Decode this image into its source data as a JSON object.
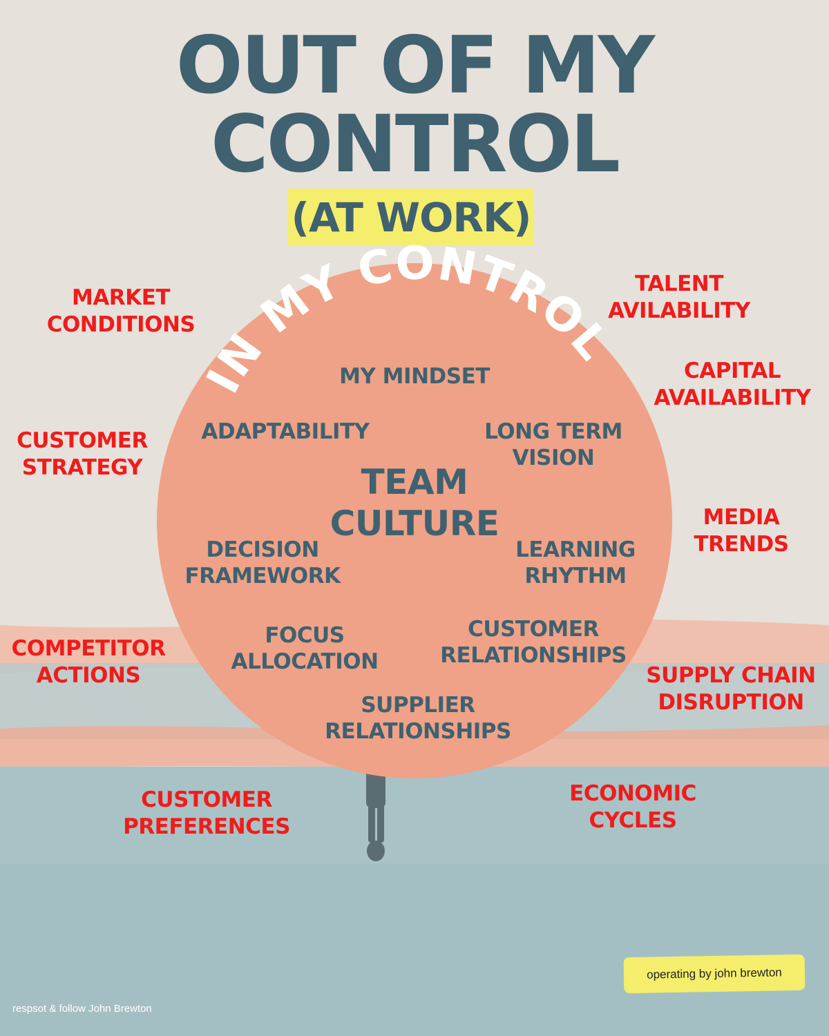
{
  "title": {
    "line1": "OUT OF MY",
    "line2": "CONTROL",
    "subtitle": "(AT WORK)"
  },
  "circle": {
    "arc_label": "IN MY CONTROL",
    "center": [
      "TEAM",
      "CULTURE"
    ],
    "items": [
      [
        "MY MINDSET"
      ],
      [
        "ADAPTABILITY"
      ],
      [
        "LONG TERM",
        "VISION"
      ],
      [
        "DECISION",
        "FRAMEWORK"
      ],
      [
        "LEARNING",
        "RHYTHM"
      ],
      [
        "FOCUS",
        "ALLOCATION"
      ],
      [
        "CUSTOMER",
        "RELATIONSHIPS"
      ],
      [
        "SUPPLIER",
        "RELATIONSHIPS"
      ]
    ]
  },
  "outside": [
    [
      "MARKET",
      "CONDITIONS"
    ],
    [
      "TALENT",
      "AVILABILITY"
    ],
    [
      "CAPITAL",
      "AVAILABILITY"
    ],
    [
      "CUSTOMER",
      "STRATEGY"
    ],
    [
      "MEDIA",
      "TRENDS"
    ],
    [
      "COMPETITOR",
      "ACTIONS"
    ],
    [
      "SUPPLY CHAIN",
      "DISRUPTION"
    ],
    [
      "CUSTOMER",
      "PREFERENCES"
    ],
    [
      "ECONOMIC",
      "CYCLES"
    ]
  ],
  "footer": {
    "credit": "respsot & follow John Brewton",
    "badge": "operating by john brewton"
  },
  "colors": {
    "title": "#3f6170",
    "outside_text": "#ef1c1c",
    "circle_fill": "#efa287",
    "highlight": "#f4ee6c"
  }
}
